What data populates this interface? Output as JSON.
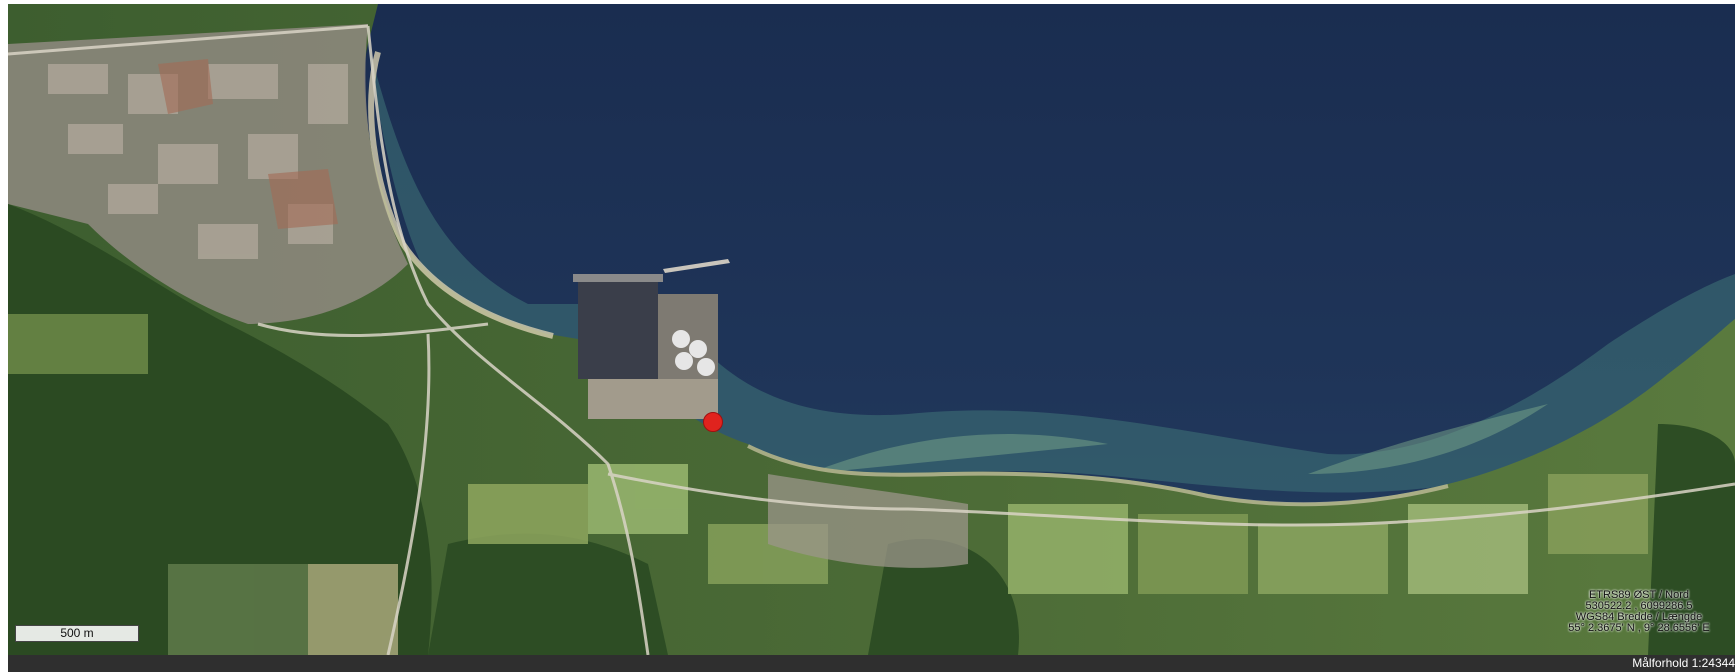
{
  "map": {
    "type": "aerial-photo",
    "scale_bar_label": "500 m",
    "scale_ratio_label": "Målforhold 1:24344",
    "coordinate_readout": {
      "line1": "ETRS89 ØST / Nord",
      "line2": "530522.2 , 6099286.5",
      "line3": "WGS84 Bredde / Længde",
      "line4": "55° 2.3675' N , 9° 28.6556' E"
    },
    "marker_color": "#e0231e",
    "colors": {
      "sea_deep": "#1d3154",
      "sea_shallow": "#4f8a8a",
      "forest": "#2e4f24",
      "fields": "#7d9a52",
      "town": "#9a938a",
      "status_bar": "#2f2f2f"
    }
  }
}
